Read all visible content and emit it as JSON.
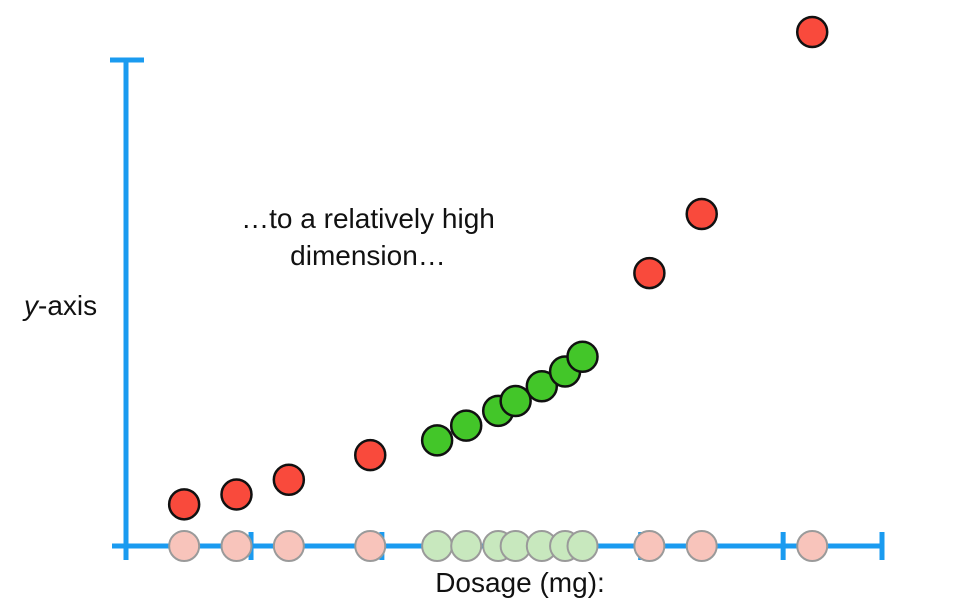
{
  "chart_data": {
    "type": "scatter",
    "annotation": [
      "…to a relatively high",
      "dimension…"
    ],
    "xlabel": "Dosage (mg):",
    "ylabel_italic": "y",
    "ylabel_rest": "-axis",
    "grid": false,
    "colors": {
      "axis": "#1a9bf0",
      "red": "#f94a3c",
      "green": "#43c629",
      "red_projection": "#f8c4bb",
      "green_projection": "#c8e8be"
    },
    "points": [
      {
        "x": 1.0,
        "y": 0.04,
        "class": "red"
      },
      {
        "x": 1.9,
        "y": 0.06,
        "class": "red"
      },
      {
        "x": 2.8,
        "y": 0.09,
        "class": "red"
      },
      {
        "x": 4.2,
        "y": 0.14,
        "class": "red"
      },
      {
        "x": 5.35,
        "y": 0.17,
        "class": "green"
      },
      {
        "x": 5.85,
        "y": 0.2,
        "class": "green"
      },
      {
        "x": 6.4,
        "y": 0.23,
        "class": "green"
      },
      {
        "x": 6.7,
        "y": 0.25,
        "class": "green"
      },
      {
        "x": 7.15,
        "y": 0.28,
        "class": "green"
      },
      {
        "x": 7.55,
        "y": 0.31,
        "class": "green"
      },
      {
        "x": 7.85,
        "y": 0.34,
        "class": "green"
      },
      {
        "x": 9.0,
        "y": 0.51,
        "class": "red"
      },
      {
        "x": 9.9,
        "y": 0.63,
        "class": "red"
      },
      {
        "x": 11.8,
        "y": 1.0,
        "class": "red"
      }
    ],
    "xticks": [
      0,
      2.15,
      4.4,
      8.85,
      11.3
    ],
    "xlim": [
      0,
      13
    ],
    "ylim": [
      0,
      1
    ]
  }
}
